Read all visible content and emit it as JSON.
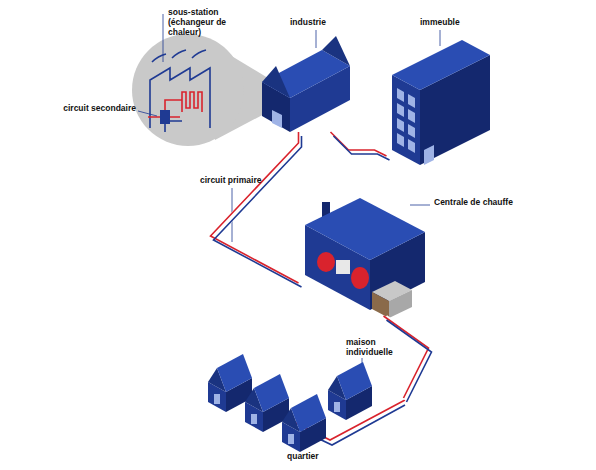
{
  "diagram": {
    "nodes": [
      {
        "text": [
          "industrie"
        ]
      },
      {
        "text": [
          "immeuble"
        ]
      },
      {
        "text": [
          "Centrale de chauffe"
        ]
      },
      {
        "text": [
          "quartier"
        ]
      },
      {
        "text": [
          "maison individuelle"
        ],
        "in": 3
      }
    ],
    "edges": [
      {
        "from": 0,
        "to": 1,
        "arrow": "none"
      },
      {
        "from": 2,
        "to": 0,
        "arrow": "none"
      },
      {
        "from": 2,
        "to": 3,
        "arrow": "none"
      }
    ],
    "labels": [
      "sous-station (échangeur de chaleur)",
      "circuit secondaire",
      "circuit primaire"
    ]
  }
}
